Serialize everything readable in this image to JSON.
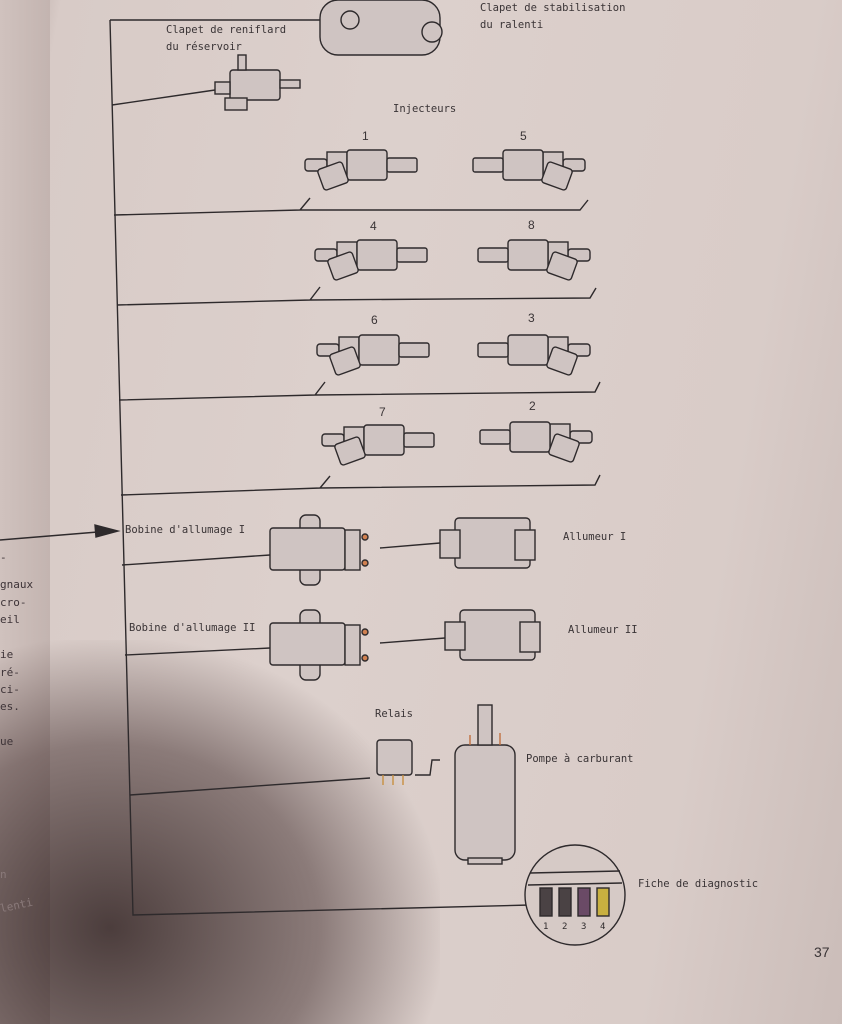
{
  "labels": {
    "clapet_reniflard": [
      "Clapet de reniflard",
      "du réservoir"
    ],
    "clapet_stabilisation": [
      "Clapet de stabilisation",
      "du ralenti"
    ],
    "injecteurs": "Injecteurs",
    "bobine_1": "Bobine d'allumage I",
    "bobine_2": "Bobine d'allumage II",
    "allumeur_1": "Allumeur I",
    "allumeur_2": "Allumeur II",
    "relais": "Relais",
    "pompe": "Pompe à carburant",
    "fiche": "Fiche de diagnostic"
  },
  "injector_numbers": [
    "1",
    "5",
    "4",
    "8",
    "6",
    "3",
    "7",
    "2"
  ],
  "diag_pins": [
    "1",
    "2",
    "3",
    "4"
  ],
  "diag_pin_colors": [
    "#4a4244",
    "#4a4244",
    "#6a4a66",
    "#c8b040"
  ],
  "left_margin_fragments": [
    "-",
    "gnaux",
    "cro-",
    "eil",
    "ie",
    "ré-",
    "ci-",
    "es.",
    "ue",
    "n",
    "lenti"
  ],
  "page_number": "37"
}
